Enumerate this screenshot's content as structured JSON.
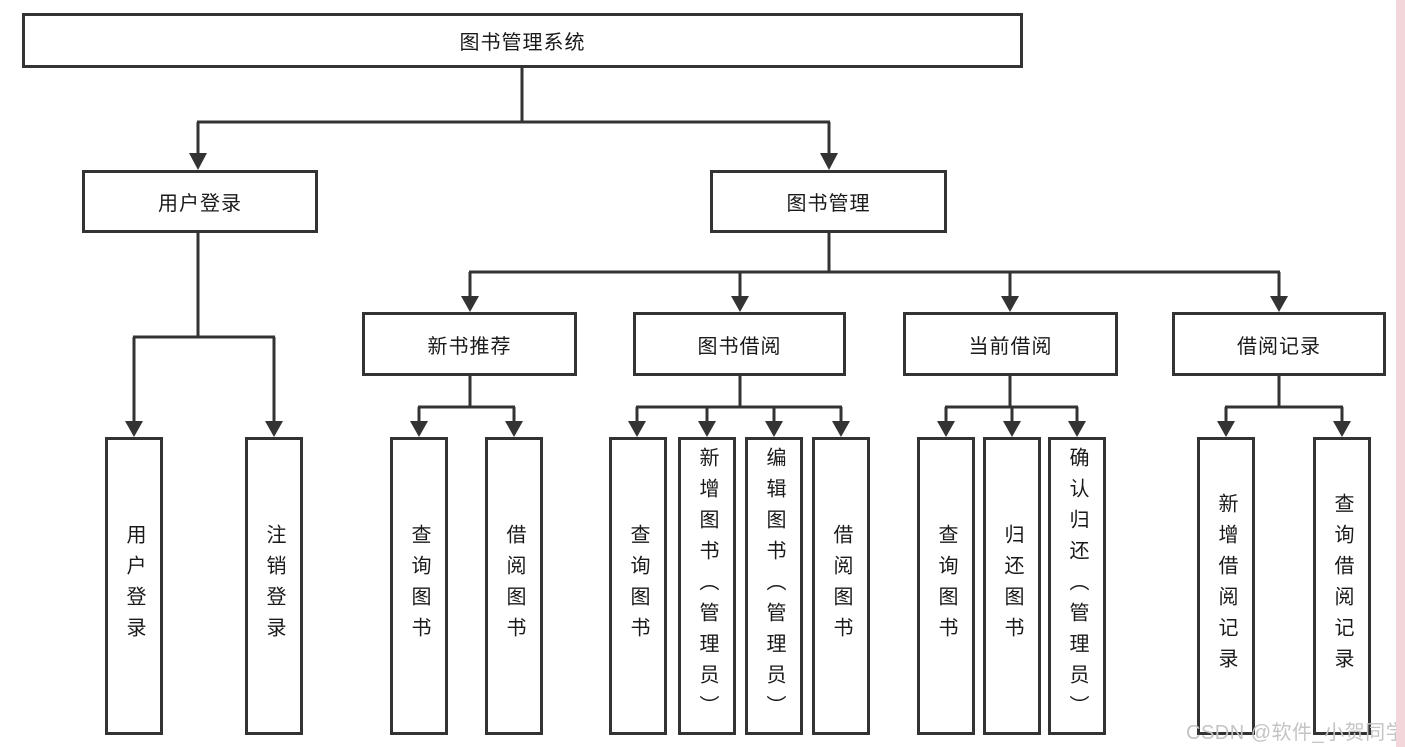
{
  "colors": {
    "line": "#333333",
    "box_border": "#333333",
    "box_fill": "#ffffff",
    "watermark": "#c4c4c4",
    "right_edge_strip": "#f3d6d9"
  },
  "root": {
    "label": "图书管理系统"
  },
  "level2": {
    "user_login": "用户登录",
    "book_mgmt": "图书管理"
  },
  "level3": {
    "new_book_rec": "新书推荐",
    "book_borrow": "图书借阅",
    "current_borrow": "当前借阅",
    "borrow_records": "借阅记录"
  },
  "leaves": {
    "user": [
      "用户登录",
      "注销登录"
    ],
    "rec": [
      "查询图书",
      "借阅图书"
    ],
    "borrow": [
      "查询图书",
      "新增图书（管理员）",
      "编辑图书（管理员）",
      "借阅图书"
    ],
    "current": [
      "查询图书",
      "归还图书",
      "确认归还（管理员）"
    ],
    "records": [
      "新增借阅记录",
      "查询借阅记录"
    ]
  },
  "watermark": {
    "text": "CSDN @软件_小贺同学"
  }
}
